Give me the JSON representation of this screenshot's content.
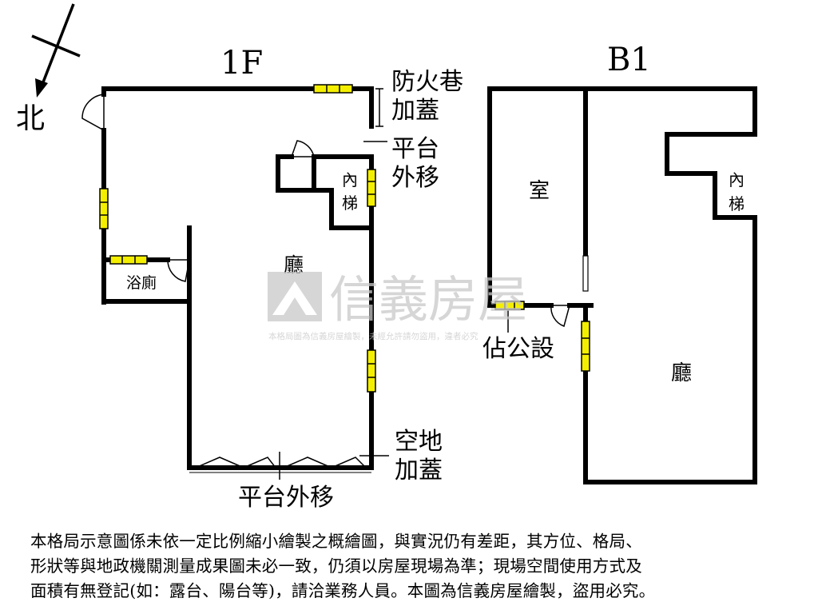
{
  "compass": {
    "label": "北"
  },
  "floor_1f": {
    "title": "1F",
    "rooms": {
      "hall": "廳",
      "bathroom": "浴廁",
      "stair_l1": "內",
      "stair_l2": "梯"
    },
    "notes": {
      "fire_lane_l1": "防火巷",
      "fire_lane_l2": "加蓋",
      "platform_l1": "平台",
      "platform_l2": "外移",
      "open_land_l1": "空地",
      "open_land_l2": "加蓋",
      "bottom_platform": "平台外移"
    }
  },
  "floor_b1": {
    "title": "B1",
    "rooms": {
      "room": "室",
      "hall": "廳",
      "stair_l1": "內",
      "stair_l2": "梯"
    },
    "notes": {
      "common_est": "佔公設"
    }
  },
  "watermark": {
    "brand": "信義房屋",
    "small": "本格局圖為信義房屋繪製，未經允許請勿盜用，違者必究"
  },
  "disclaimer": {
    "line1": "本格局示意圖係未依一定比例縮小繪製之概繪圖，與實況仍有差距，其方位、格局、",
    "line2": "形狀等與地政機關測量成果圖未必一致，仍須以房屋現場為準；現場空間使用方式及",
    "line3": "面積有無登記(如：露台、陽台等)，請洽業務人員。本圖為信義房屋繪製，盜用必究。"
  },
  "colors": {
    "wall": "#000000",
    "window": "#f4ef00",
    "watermark": "#c9c9c9"
  }
}
